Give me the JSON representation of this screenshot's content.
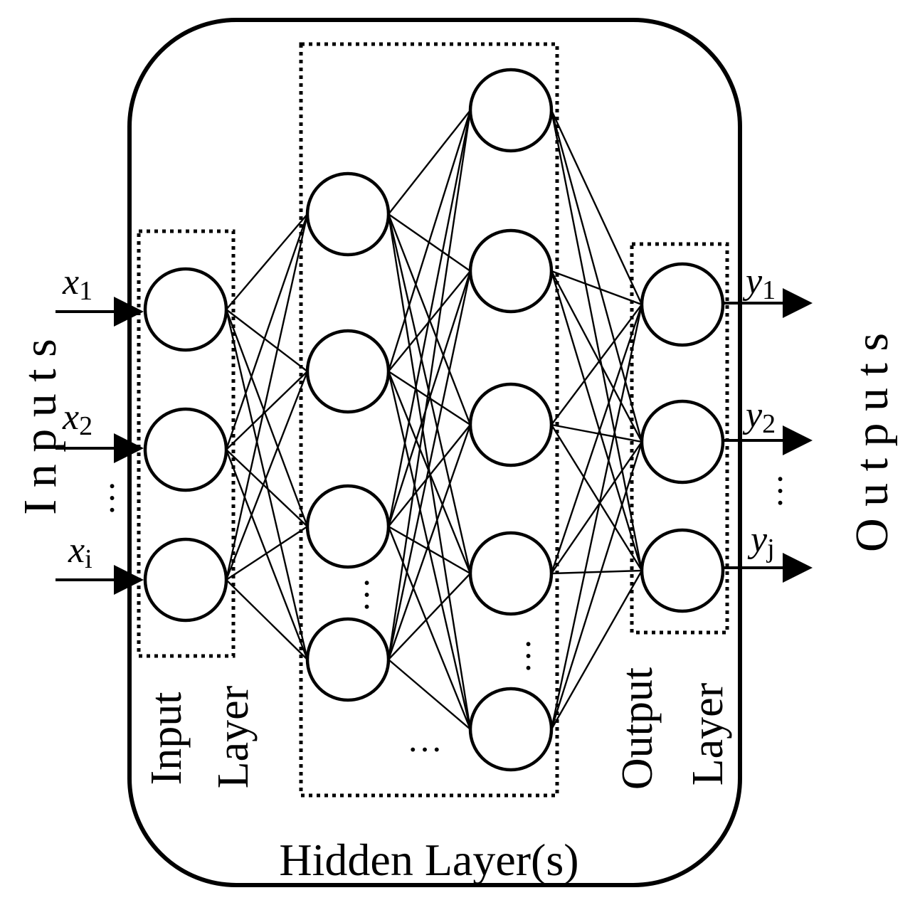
{
  "labels": {
    "inputs": "I n p u t s",
    "outputs": "O u t p u t s",
    "input_layer_line1": "Input",
    "input_layer_line2": "Layer",
    "output_layer_line1": "Output",
    "output_layer_line2": "Layer",
    "hidden_layers": "Hidden Layer(s)",
    "ellipsis": "…"
  },
  "inputs": [
    {
      "var": "x",
      "sub": "1"
    },
    {
      "var": "x",
      "sub": "2"
    },
    {
      "var": "x",
      "sub": "i"
    }
  ],
  "outputs": [
    {
      "var": "y",
      "sub": "1"
    },
    {
      "var": "y",
      "sub": "2"
    },
    {
      "var": "y",
      "sub": "j"
    }
  ],
  "layers": {
    "input_nodes": 3,
    "hidden1_nodes": 4,
    "hidden2_nodes": 5,
    "output_nodes": 3
  },
  "colors": {
    "stroke": "#000000",
    "background": "#ffffff"
  }
}
